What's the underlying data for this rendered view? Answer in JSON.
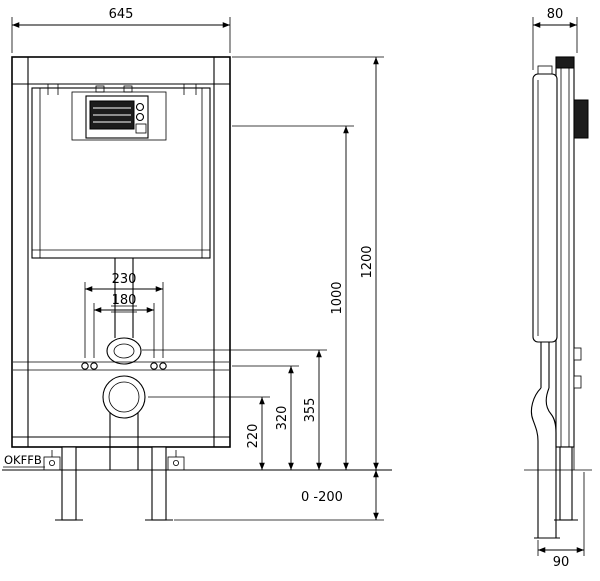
{
  "labels": {
    "floor_reference": "OKFFB"
  },
  "dimensions": {
    "frame_width": "645",
    "module_depth": "80",
    "total_height": "1200",
    "upper_height": "1000",
    "flush_bend_height": "355",
    "crossbar_height": "320",
    "drain_height": "220",
    "bolt_spacing_outer": "230",
    "bolt_spacing_inner": "180",
    "foot_adjustment": "0 -200",
    "outlet_offset": "90"
  }
}
